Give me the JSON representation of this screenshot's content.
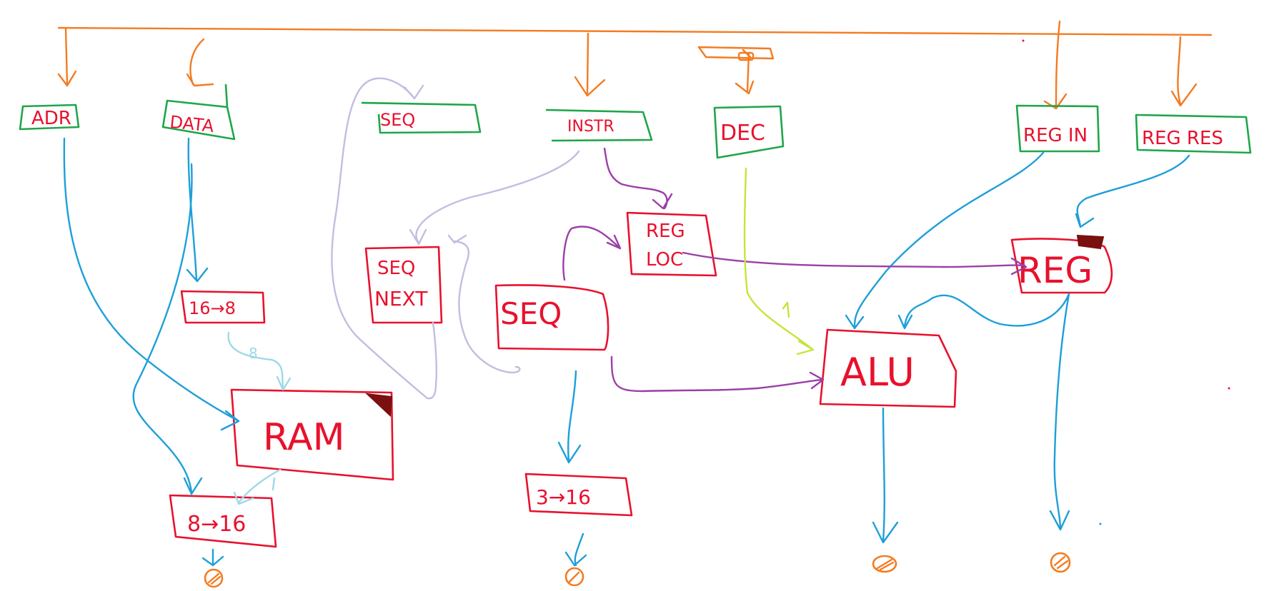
{
  "colors": {
    "bus": "#f47b20",
    "component_border": "#1fa64a",
    "block_border": "#e8112d",
    "label_text": "#e8112d",
    "data_wire": "#1e9fd8",
    "light_wire": "#9fd8e8",
    "control_wire": "#9b3fa8",
    "seq_wire": "#c3bde0",
    "dec_wire": "#c3e63a"
  },
  "inputs": {
    "adr": "ADR",
    "data": "DATA",
    "seq": "SEQ",
    "instr": "INSTR",
    "dec": "DEC",
    "reg_in": "REG IN",
    "reg_res": "REG RES"
  },
  "blocks": {
    "conv_16_8": "16→8",
    "ram": "RAM",
    "conv_8_16": "8→16",
    "seq_next_line1": "SEQ",
    "seq_next_line2": "NEXT",
    "seq": "SEQ",
    "conv_3_16": "3→16",
    "reg_loc_line1": "REG",
    "reg_loc_line2": "LOC",
    "alu": "ALU",
    "reg": "REG"
  },
  "wire_labels": {
    "width_8": "8"
  },
  "icons": {
    "output_terminal": "output-terminal-icon",
    "marker": "scribble-marker-icon"
  }
}
